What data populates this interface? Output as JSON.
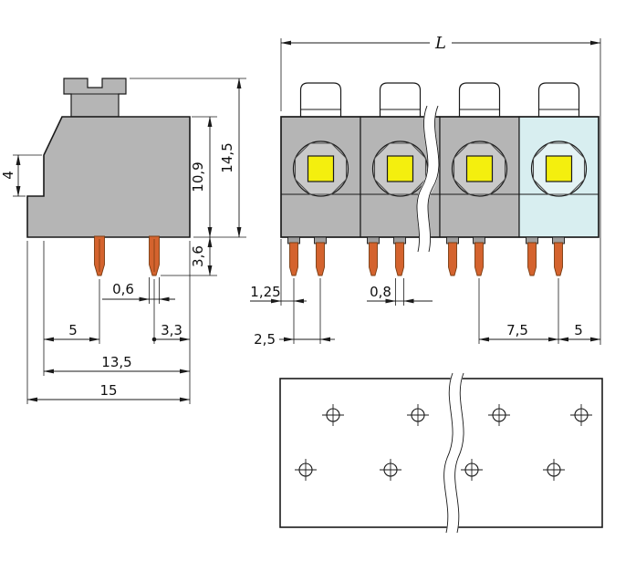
{
  "side_view": {
    "labels": {
      "step_height": "4",
      "total_height": "14,5",
      "housing_height": "10,9",
      "pin_length": "3,6",
      "pin_width": "0,6",
      "edge_to_pin": "5",
      "pin_to_edge": "3,3",
      "inner_width": "13,5",
      "total_width": "15"
    }
  },
  "front_view": {
    "labels": {
      "total_length": "L",
      "edge_to_first_pin": "1,25",
      "pin_spacing": "2,5",
      "pin_width": "0,8",
      "pole_pitch": "7,5",
      "end_pitch": "5"
    }
  },
  "colors": {
    "ink": "#1a1a1a",
    "body-gray": "#b5b5b5",
    "pole-cyan": "#d8eef0",
    "circle-gray": "#c9c9c9",
    "circle-cyan": "#e4f3f4",
    "clamp-yellow": "#f4ef0e",
    "pin-orange": "#d4632e",
    "pin-edge": "#7a3c12",
    "collar-gray": "#9f9f9f",
    "paper-white": "#ffffff"
  }
}
